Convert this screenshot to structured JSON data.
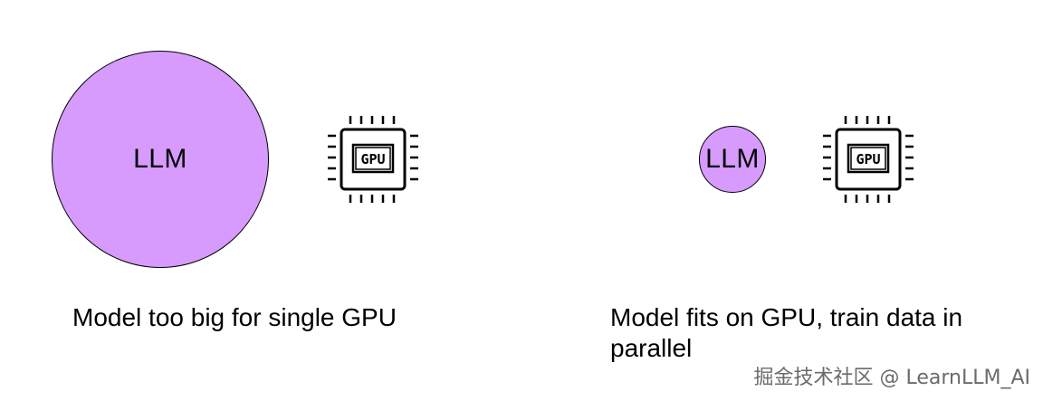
{
  "left_panel": {
    "llm_label": "LLM",
    "gpu_label": "GPU",
    "caption": "Model too big for single GPU"
  },
  "right_panel": {
    "llm_label": "LLM",
    "gpu_label": "GPU",
    "caption": "Model fits on GPU, train data in parallel"
  },
  "watermark": "掘金技术社区 @ LearnLLM_AI",
  "colors": {
    "llm_fill": "#d69bfd",
    "outline": "#000000",
    "background": "#ffffff",
    "watermark": "#6b6b6b"
  },
  "icons": {
    "gpu": "gpu-chip-icon"
  }
}
